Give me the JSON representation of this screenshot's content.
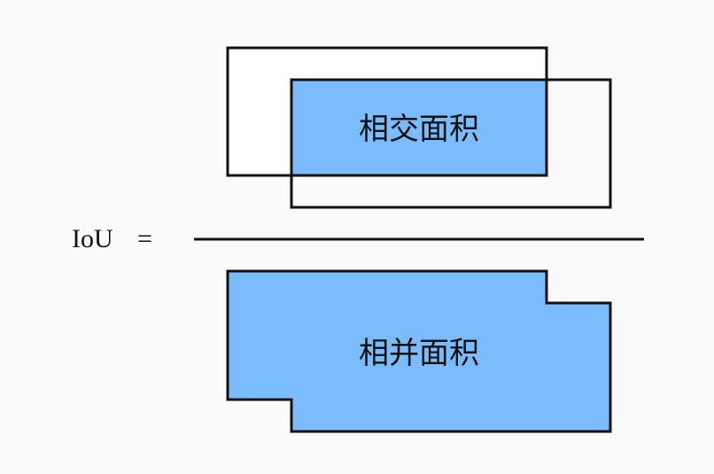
{
  "formula": {
    "lhs": "IoU",
    "equals": "="
  },
  "numerator": {
    "label": "相交面积"
  },
  "denominator": {
    "label": "相并面积"
  },
  "colors": {
    "background": "#fafafa",
    "fill": "#7bbcff",
    "stroke": "#111111",
    "box_fill": "#ffffff"
  }
}
